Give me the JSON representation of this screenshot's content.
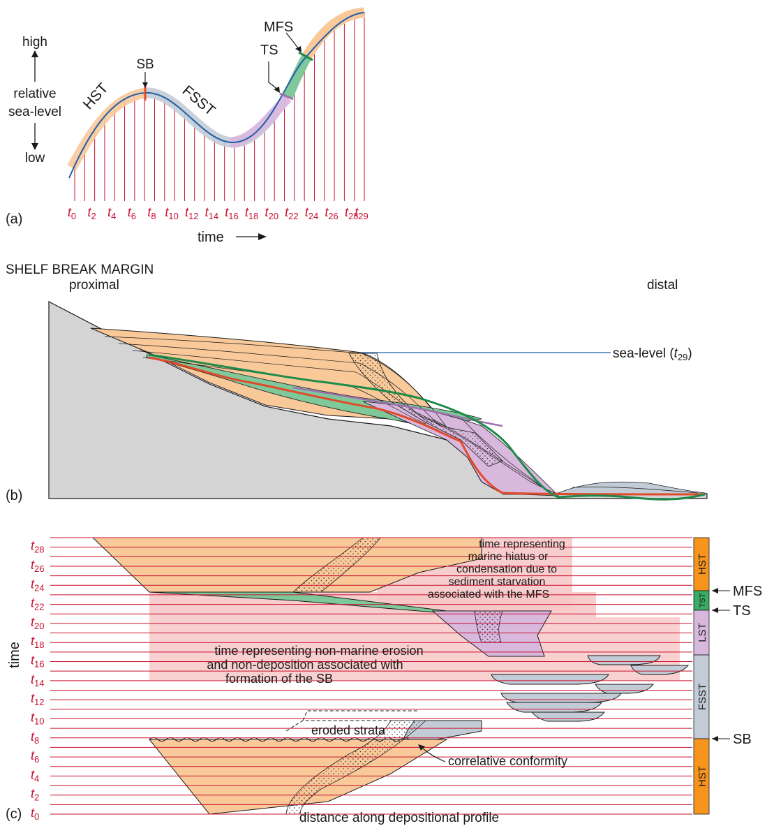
{
  "panel_a": {
    "panel_label": "(a)",
    "y_high": "high",
    "y_label_line1": "relative",
    "y_label_line2": "sea-level",
    "y_low": "low",
    "x_label": "time",
    "tracts": [
      "HST",
      "SB",
      "FSST",
      "TS",
      "MFS"
    ],
    "ticks": [
      "0",
      "2",
      "4",
      "6",
      "8",
      "10",
      "12",
      "14",
      "16",
      "18",
      "20",
      "22",
      "24",
      "26",
      "28",
      "29"
    ]
  },
  "panel_b": {
    "panel_label": "(b)",
    "title": "SHELF BREAK MARGIN",
    "left": "proximal",
    "right": "distal",
    "sea_level_prefix": "sea-level (",
    "sea_level_t": "t",
    "sea_level_sub": "29",
    "sea_level_suffix": ")"
  },
  "panel_c": {
    "panel_label": "(c)",
    "y_label": "time",
    "x_label": "distance along depositional profile",
    "ticks": [
      "28",
      "26",
      "24",
      "22",
      "20",
      "18",
      "16",
      "14",
      "12",
      "10",
      "8",
      "6",
      "4",
      "2",
      "0"
    ],
    "note_top": [
      "time representing",
      "marine hiatus or",
      "condensation due to",
      "sediment starvation",
      "associated with the MFS"
    ],
    "note_mid": [
      "time representing non-marine erosion",
      "and non-deposition associated with",
      "formation of the SB"
    ],
    "eroded": "eroded strata",
    "correlative": "correlative conformity",
    "bar": [
      "HST",
      "TST",
      "LST",
      "FSST",
      "HST"
    ],
    "side_labels": [
      "MFS",
      "TS",
      "SB"
    ]
  },
  "colors": {
    "hst": "#f9c99a",
    "hst_bar": "#f7941d",
    "tst": "#7fc89a",
    "tst_bar": "#3aaa64",
    "lst": "#d9b8de",
    "fsst": "#c3ccd6",
    "curve": "#1f5fa8",
    "time_line": "#c8102e",
    "sb_line": "#e04a2a",
    "mfs_line": "#1e8a4a",
    "hiatus": "#f7c8c8",
    "basement": "#d4d4d4"
  }
}
